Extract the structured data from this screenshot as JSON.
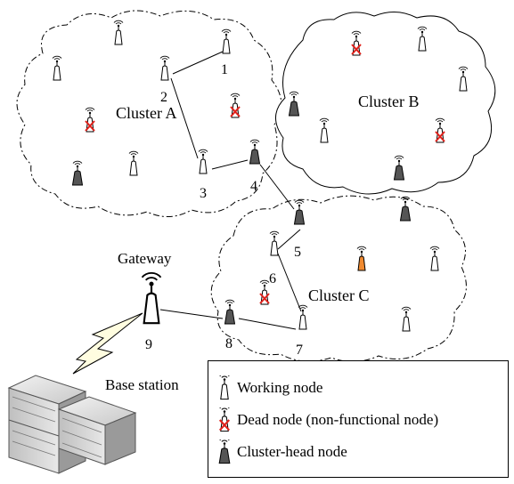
{
  "diagram": {
    "clusters": [
      {
        "id": "A",
        "label": "Cluster A"
      },
      {
        "id": "B",
        "label": "Cluster B"
      },
      {
        "id": "C",
        "label": "Cluster C"
      }
    ],
    "path_labels": [
      "1",
      "2",
      "3",
      "4",
      "5",
      "6",
      "7",
      "8",
      "9"
    ],
    "gateway_label": "Gateway",
    "base_station_label": "Base station",
    "legend": [
      {
        "type": "working",
        "label": "Working node"
      },
      {
        "type": "dead",
        "label": "Dead node (non-functional node)"
      },
      {
        "type": "head",
        "label": "Cluster-head node"
      }
    ],
    "colors": {
      "line": "#000000",
      "head_node": "#555555",
      "dead_cross": "#e0201a",
      "energy_low_node": "#f08a30",
      "link_bolt": "#fffde0"
    }
  }
}
